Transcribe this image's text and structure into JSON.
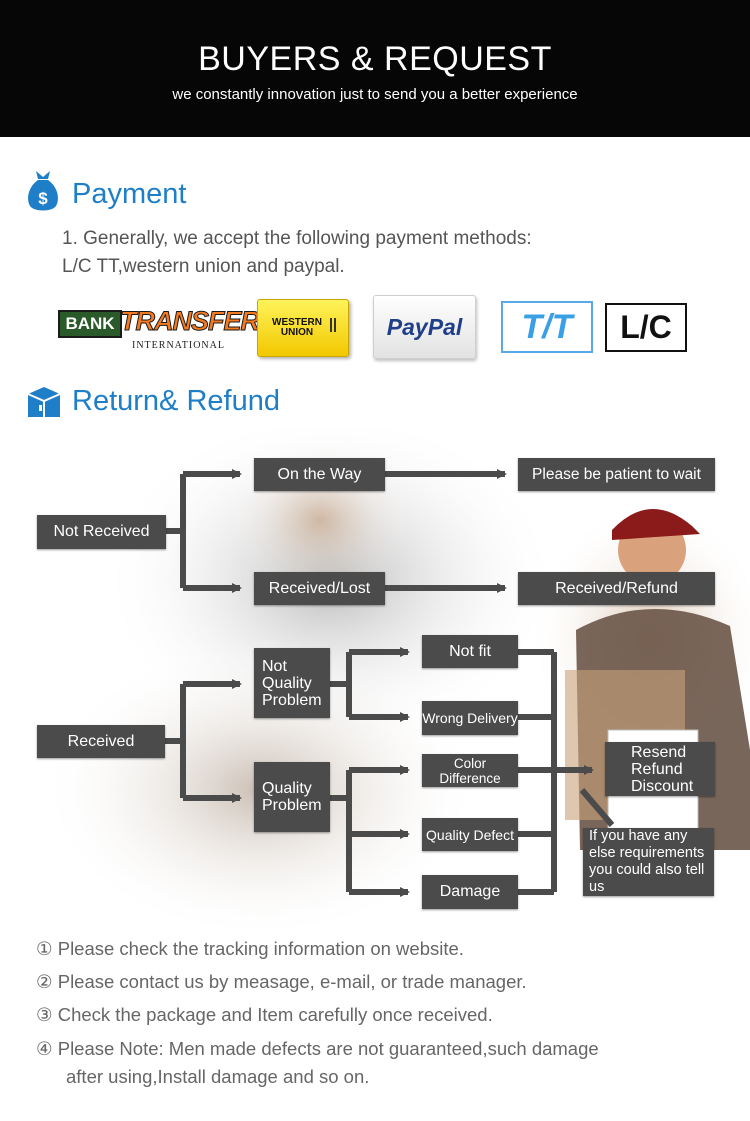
{
  "header": {
    "title": "BUYERS & REQUEST",
    "subtitle": "we constantly innovation just to send you a better experience"
  },
  "payment": {
    "icon": "money-bag-icon",
    "title": "Payment",
    "line1": "1. Generally, we accept the following payment methods:",
    "line2": "L/C TT,western union and paypal.",
    "logos": {
      "bank_word": "BANK",
      "transfer_word": "TRANSFER",
      "international": "INTERNATIONAL",
      "western_union": "WESTERN UNION",
      "paypal": "PayPal",
      "tt": "T/T",
      "lc": "L/C"
    }
  },
  "refund": {
    "icon": "package-box-icon",
    "title": "Return& Refund"
  },
  "flow": {
    "not_received": "Not Received",
    "on_the_way": "On the Way",
    "be_patient": "Please be patient to wait",
    "received_lost": "Received/Lost",
    "received_refund": "Received/Refund",
    "received": "Received",
    "not_quality_problem": "Not Quality Problem",
    "quality_problem": "Quality Problem",
    "not_fit": "Not fit",
    "wrong_delivery": "Wrong Delivery",
    "color_difference": "Color Difference",
    "quality_defect": "Quality Defect",
    "damage": "Damage",
    "resend_refund_discount": "Resend Refund Discount",
    "else_requirements": "If you have any else requirements you could also tell us"
  },
  "notes": [
    "① Please check the tracking information on website.",
    "② Please contact us by measage, e-mail, or trade manager.",
    "③ Check the package and Item carefully once received.",
    "④  Please Note: Men made defects  are not guaranteed,such damage",
    "after using,Install damage and so on."
  ],
  "colors": {
    "accent": "#1e7ec8",
    "box": "#4b4b4b",
    "header_bg": "#060606"
  }
}
